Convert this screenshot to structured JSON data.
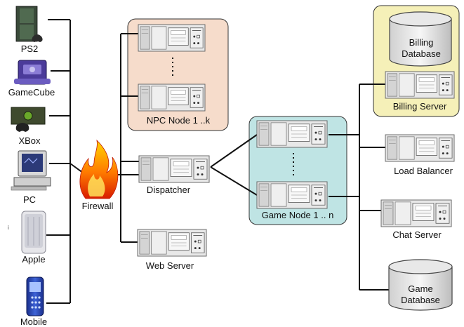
{
  "clients": [
    {
      "id": "ps2",
      "label": "PS2",
      "icon": "ps2-console-icon"
    },
    {
      "id": "gamecube",
      "label": "GameCube",
      "icon": "gamecube-console-icon"
    },
    {
      "id": "xbox",
      "label": "XBox",
      "icon": "xbox-console-icon"
    },
    {
      "id": "pc",
      "label": "PC",
      "icon": "pc-computer-icon"
    },
    {
      "id": "apple",
      "label": "Apple",
      "icon": "apple-computer-icon"
    },
    {
      "id": "mobile",
      "label": "Mobile",
      "icon": "mobile-phone-icon"
    }
  ],
  "firewall": {
    "label": "Firewall",
    "icon": "firewall-flame-icon"
  },
  "dispatcher": {
    "label": "Dispatcher",
    "icon": "server-icon"
  },
  "web_server": {
    "label": "Web Server",
    "icon": "server-icon"
  },
  "npc_group": {
    "label": "NPC Node 1 ..k",
    "color": "#f6dccb"
  },
  "game_group": {
    "label": "Game Node 1 .. n",
    "color": "#bfe4e4"
  },
  "billing_group": {
    "label": "Billing Server",
    "color": "#f5f0b8"
  },
  "billing_db": {
    "line1": "Billing",
    "line2": "Database"
  },
  "load_balancer": {
    "label": "Load Balancer"
  },
  "chat_server": {
    "label": "Chat Server"
  },
  "game_db": {
    "line1": "Game",
    "line2": "Database"
  },
  "apple_side_mark": "i"
}
